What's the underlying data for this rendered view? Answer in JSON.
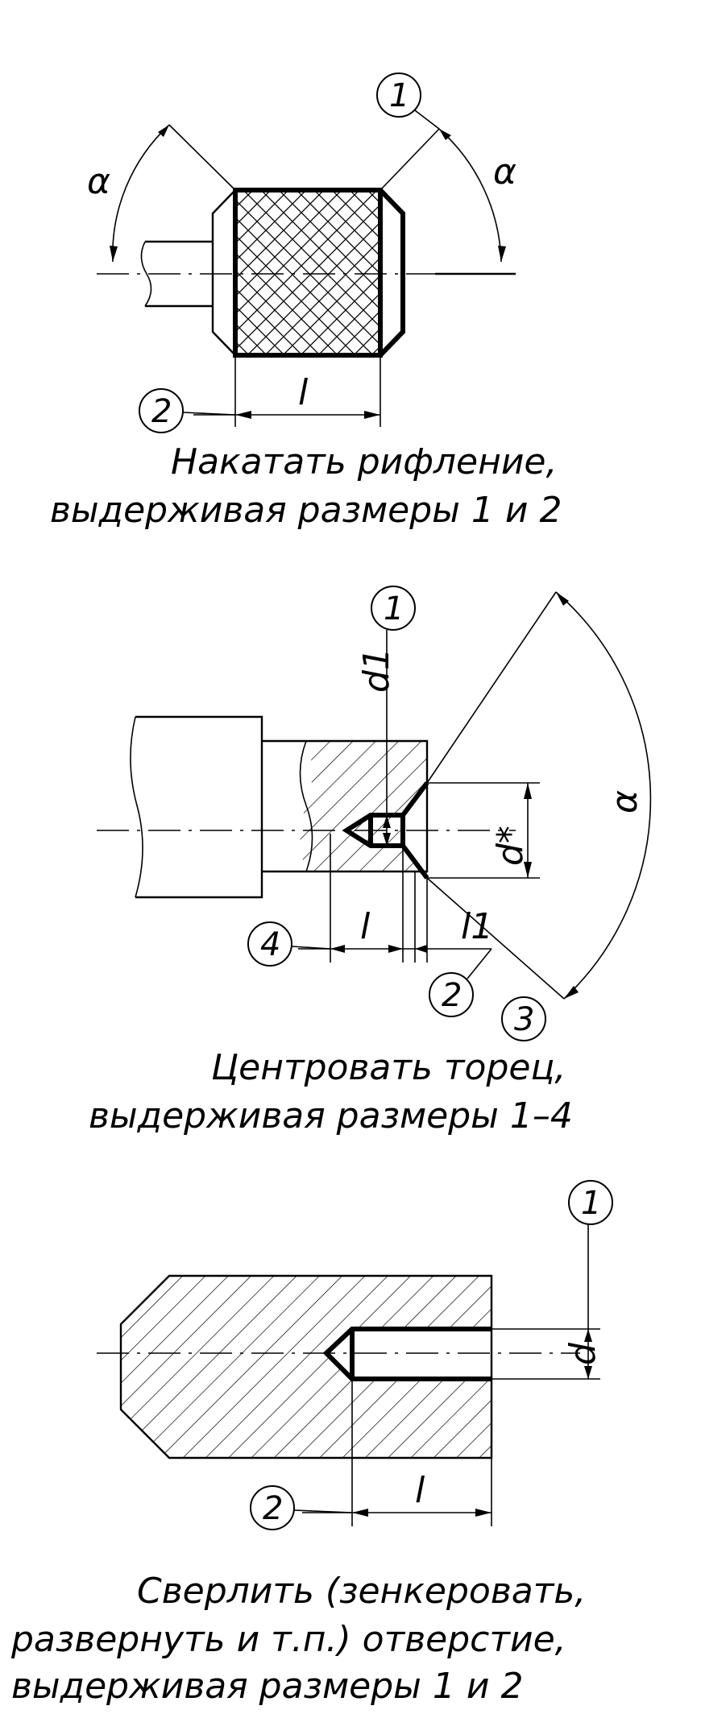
{
  "colors": {
    "ink": "#000000",
    "paper": "#ffffff"
  },
  "figure1": {
    "labels": {
      "alpha_left": "α",
      "alpha_right": "α",
      "length": "l"
    },
    "callouts": [
      "1",
      "2"
    ],
    "caption_line1": "Накатать рифление,",
    "caption_line2": "выдерживая размеры 1 и 2"
  },
  "figure2": {
    "labels": {
      "d1": "d1",
      "d_star": "d*",
      "alpha": "α",
      "l": "l",
      "l1": "l1"
    },
    "callouts": [
      "1",
      "2",
      "3",
      "4"
    ],
    "caption_line1": "Центровать торец,",
    "caption_line2": "выдерживая размеры 1–4"
  },
  "figure3": {
    "labels": {
      "d": "d",
      "l": "l"
    },
    "callouts": [
      "1",
      "2"
    ],
    "caption_line1": "Сверлить (зенкеровать,",
    "caption_line2": "развернуть и т.п.) отверстие,",
    "caption_line3": "выдерживая размеры 1 и 2"
  }
}
